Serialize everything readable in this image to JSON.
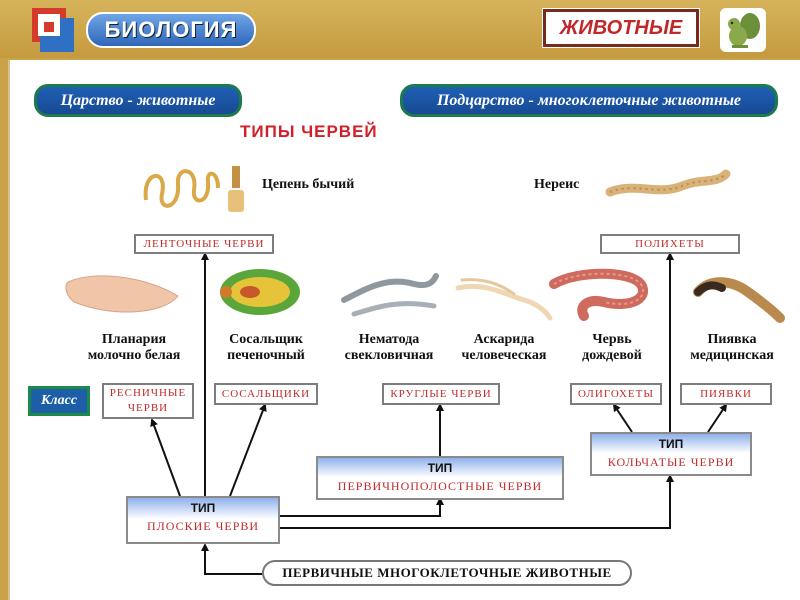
{
  "header": {
    "subject": "БИОЛОГИЯ",
    "section": "ЖИВОТНЫЕ"
  },
  "kingdom": "Царство - животные",
  "subkingdom": "Подцарство - многоклеточные животные",
  "title": "ТИПЫ ЧЕРВЕЙ",
  "animals": {
    "tapeworm": "Цепень бычий",
    "nereis": "Нереис",
    "planaria": "Планария\nмолочно белая",
    "fluke": "Сосальщик\nпеченочный",
    "nematode": "Нематода\nсвекловичная",
    "ascaris": "Аскарида\nчеловеческая",
    "earthworm": "Червь\nдождевой",
    "leech": "Пиявка\nмедицинская"
  },
  "classes": {
    "tapeworms": "ЛЕНТОЧНЫЕ ЧЕРВИ",
    "polychaetes": "ПОЛИХЕТЫ",
    "ciliated": "РЕСНИЧНЫЕ\nЧЕРВИ",
    "flukes": "СОСАЛЬЩИКИ",
    "roundworms": "КРУГЛЫЕ ЧЕРВИ",
    "oligochaetes": "ОЛИГОХЕТЫ",
    "leeches": "ПИЯВКИ"
  },
  "class_label": "Класс",
  "types": {
    "type_word": "ТИП",
    "flat": "ПЛОСКИЕ ЧЕРВИ",
    "primary_cavity": "ПЕРВИЧНОПОЛОСТНЫЕ ЧЕРВИ",
    "annelids": "КОЛЬЧАТЫЕ ЧЕРВИ"
  },
  "root": "ПЕРВИЧНЫЕ МНОГОКЛЕТОЧНЫЕ ЖИВОТНЫЕ",
  "colors": {
    "accent_red": "#c22a2a",
    "pill_blue": "#1f5fb3",
    "pill_border": "#1d7a4a",
    "background": "#c9a24a"
  }
}
